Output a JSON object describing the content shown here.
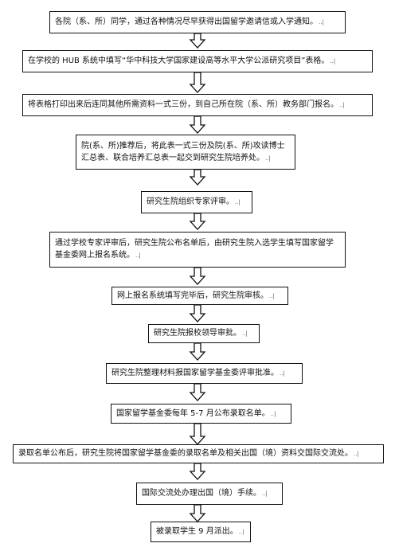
{
  "steps": [
    {
      "text": "各院（系、所）同学，通过各种情况尽早获得出国留学邀请信或入学通知。"
    },
    {
      "text": "在学校的 HUB 系统中填写“华中科技大学国家建设高等水平大学公派研究项目”表格。"
    },
    {
      "text": "将表格打印出来后连同其他所需资料一式三份，到自己所在院（系、所）教务部门报名。"
    },
    {
      "text": "院(系、所)推荐后，将此表一式三份及院(系、所)攻读博士汇总表、联合培养汇总表一起交到研究生院培养处。"
    },
    {
      "text": "研究生院组织专家评审。"
    },
    {
      "text": "通过学校专家评审后，研究生院公布名单后，由研究生院入选学生填写国家留学基金委网上报名系统。"
    },
    {
      "text": "网上报名系统填写完毕后，研究生院审核。"
    },
    {
      "text": "研究生院报校领导审批。"
    },
    {
      "text": "研究生院整理材料报国家留学基金委评审批准。"
    },
    {
      "text": "国家留学基金委每年 5-7 月公布录取名单。"
    },
    {
      "text": "录取名单公布后，研究生院将国家留学基金委的录取名单及相关出国（境）资料交国际交流处。"
    },
    {
      "text": "国际交流处办理出国（境）手续。"
    },
    {
      "text": "被录取学生 9 月派出。"
    }
  ]
}
